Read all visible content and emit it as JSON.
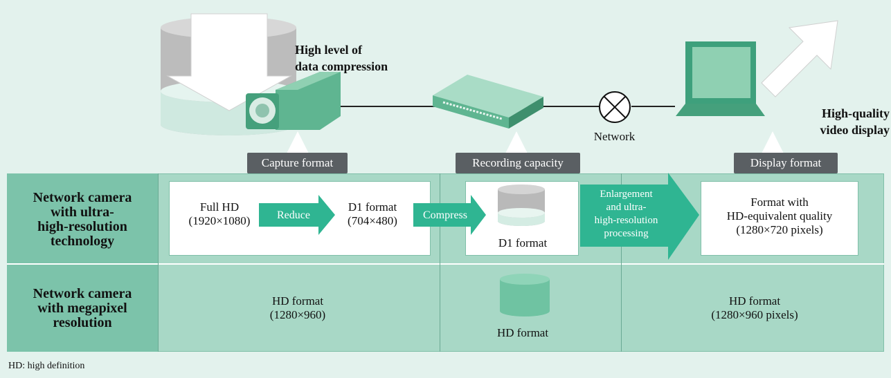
{
  "callouts": {
    "compression": "High level of\ndata compression",
    "display_quality": "High-quality\nvideo display",
    "network": "Network"
  },
  "labels": {
    "capture_format": "Capture format",
    "recording_capacity": "Recording capacity",
    "display_format": "Display format"
  },
  "rows": [
    {
      "header": "Network camera\nwith ultra-\nhigh-resolution\ntechnology"
    },
    {
      "header": "Network camera\nwith megapixel\nresolution"
    }
  ],
  "row1": {
    "full_hd": "Full HD\n(1920×1080)",
    "reduce": "Reduce",
    "d1": "D1 format\n(704×480)",
    "compress": "Compress",
    "d1_storage": "D1 format",
    "enlarge": "Enlargement\nand ultra-\nhigh-resolution\nprocessing",
    "display": "Format with\nHD-equivalent quality\n(1280×720 pixels)"
  },
  "row2": {
    "capture": "HD format\n(1280×960)",
    "storage": "HD format",
    "display": "HD format\n(1280×960 pixels)"
  },
  "footnote": "HD: high definition",
  "colors": {
    "background": "#e3f2ed",
    "table_cell": "#a8d8c6",
    "row_header": "#7cc3aa",
    "arrow": "#2fb592",
    "label_box": "#5a5f63"
  }
}
